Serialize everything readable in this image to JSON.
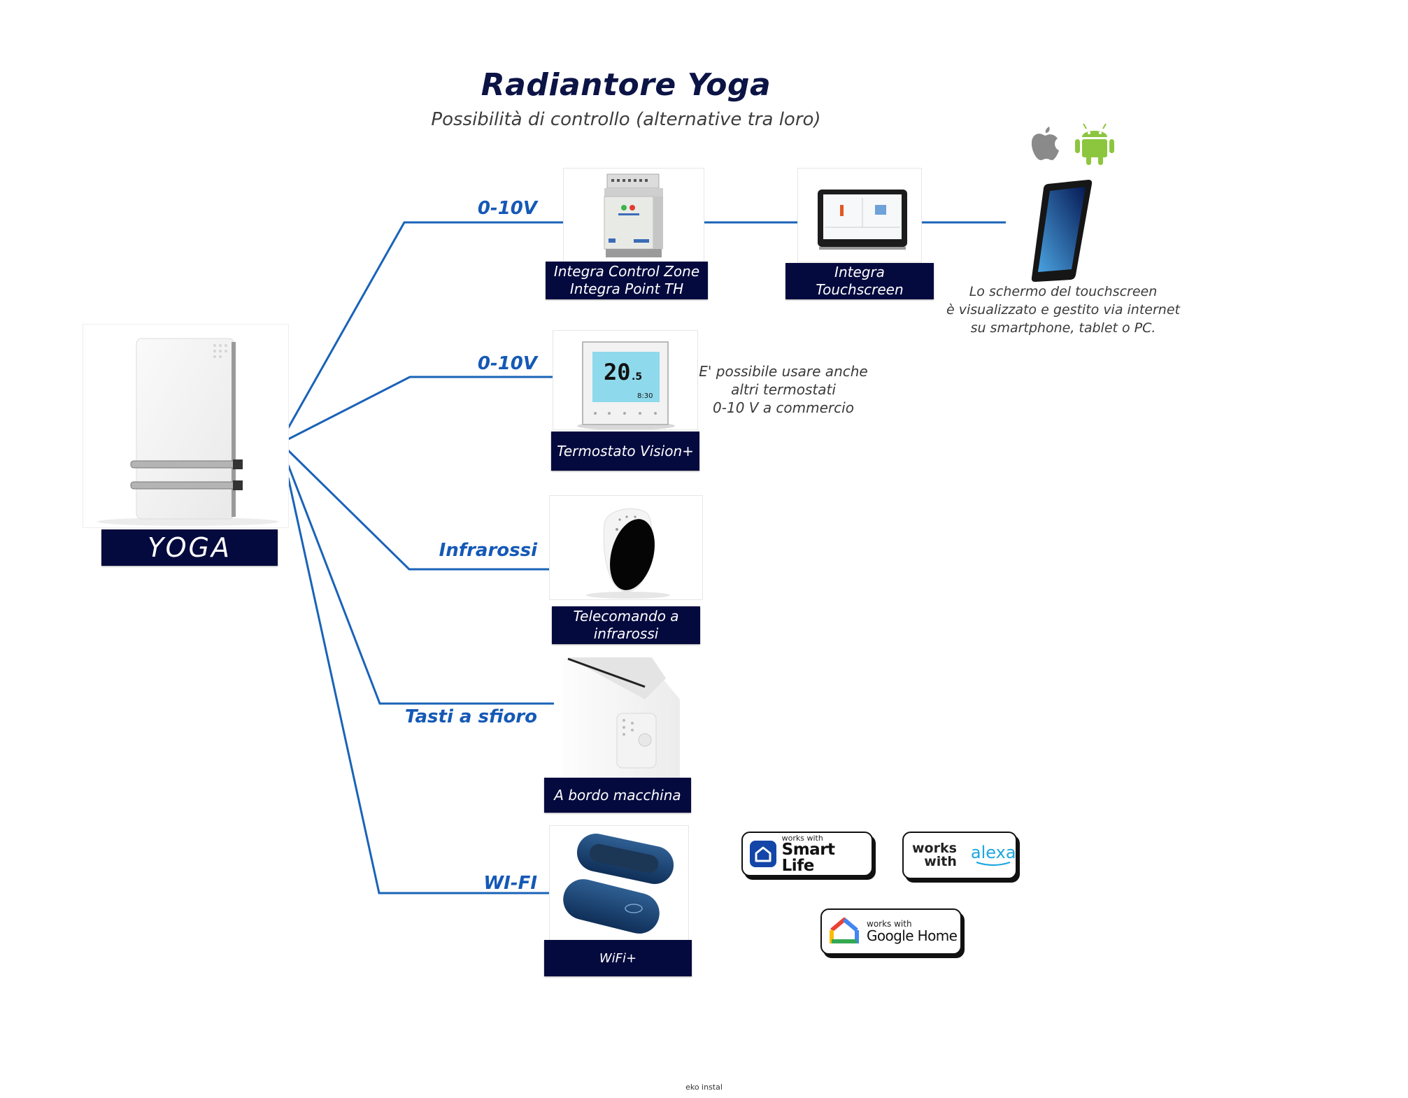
{
  "header": {
    "title": "Radiantore Yoga",
    "subtitle": "Possibilità di controllo (alternative tra loro)"
  },
  "main_product": {
    "name": "YOGA",
    "image": "white-radiator-with-towel-bars"
  },
  "colors": {
    "connector_line": "#1a63b8",
    "label_box": "#050a3e",
    "title": "#0c1446",
    "connection_label": "#1559b6",
    "android_green": "#8cc63f",
    "apple_gray": "#8a8a8a"
  },
  "connections": [
    {
      "label": "0-10V",
      "device_line1": "Integra Control Zone",
      "device_line2": "Integra Point TH",
      "image": "din-rail-controller",
      "chain": [
        {
          "line1": "Integra",
          "line2": "Touchscreen",
          "image": "wall-touchscreen-panel"
        }
      ]
    },
    {
      "label": "0-10V",
      "device_line1": "Termostato Vision+",
      "device_line2": "",
      "image": "lcd-thermostat",
      "thermostat_display": {
        "temperature": "20",
        "decimal": ".5",
        "time": "8:30"
      }
    },
    {
      "label": "Infrarossi",
      "device_line1": "Telecomando a",
      "device_line2": "infrarossi",
      "image": "ir-remote-control"
    },
    {
      "label": "Tasti a sfioro",
      "device_line1": "A bordo macchina",
      "device_line2": "",
      "image": "onboard-touch-keys"
    },
    {
      "label": "WI-FI",
      "device_line1": "WiFi+",
      "device_line2": "",
      "image": "wifi-dongles"
    }
  ],
  "notes": {
    "thermostat_note": [
      "E' possibile usare anche",
      "altri termostati",
      "0-10 V a commercio"
    ],
    "smartphone_note": [
      "Lo schermo del touchscreen",
      "è visualizzato e gestito via internet",
      "su smartphone, tablet o PC."
    ]
  },
  "platform_icons": [
    "apple-icon",
    "android-icon"
  ],
  "badges": {
    "smart_life": {
      "small": "works with",
      "big": "Smart Life"
    },
    "alexa": {
      "line1": "works",
      "line2": "with",
      "brand": "alexa"
    },
    "google_home": {
      "small": "works with",
      "big": "Google Home"
    }
  },
  "footer": "eko instal"
}
